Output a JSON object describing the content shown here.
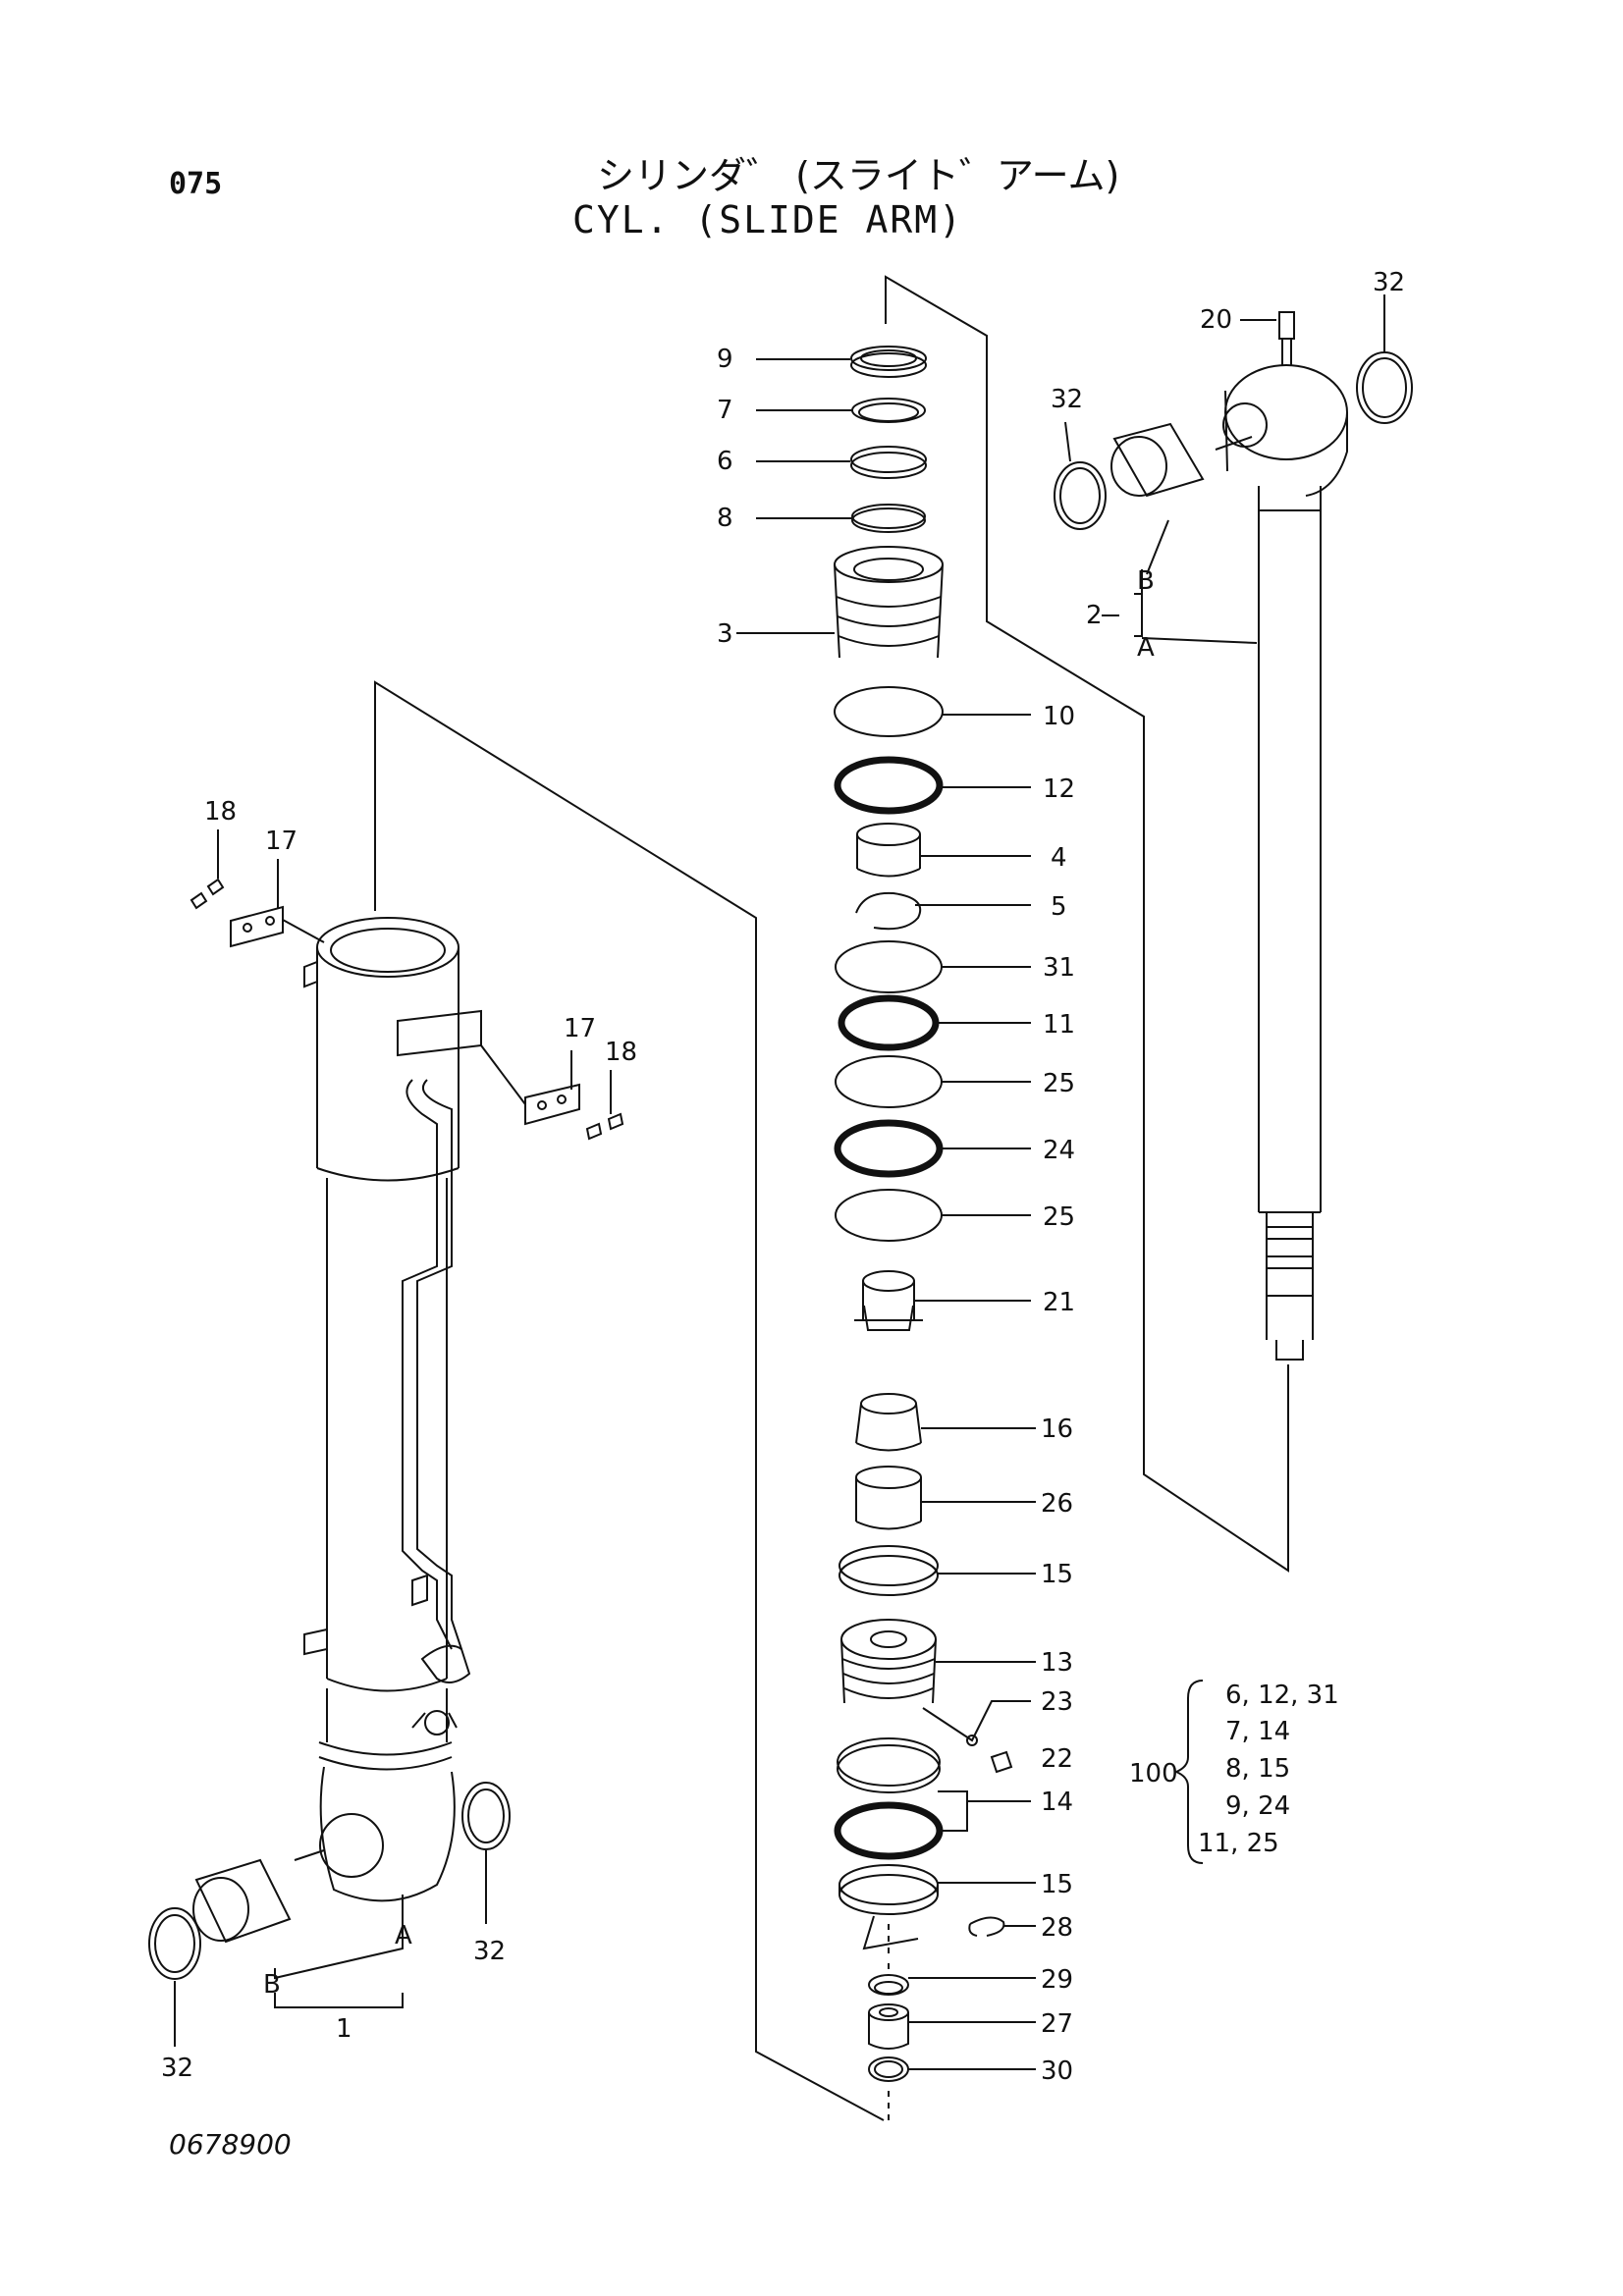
{
  "header": {
    "page_number": "075",
    "title_jp": "シリンダ゛ (スライト゛アーム)",
    "title_en": "CYL. (SLIDE ARM)"
  },
  "footer": {
    "drawing_number": "0678900"
  },
  "callouts": {
    "c9": "9",
    "c7": "7",
    "c6": "6",
    "c8": "8",
    "c3": "3",
    "c10": "10",
    "c12": "12",
    "c4": "4",
    "c5": "5",
    "c31": "31",
    "c11": "11",
    "c25a": "25",
    "c24": "24",
    "c25b": "25",
    "c21": "21",
    "c16": "16",
    "c26": "26",
    "c15a": "15",
    "c13": "13",
    "c23": "23",
    "c22": "22",
    "c14": "14",
    "c15b": "15",
    "c28": "28",
    "c29": "29",
    "c27": "27",
    "c30": "30",
    "c20": "20",
    "c32_rod_right": "32",
    "c32_rod_left": "32",
    "rod_B": "B",
    "rod_A": "A",
    "rod_group": "2",
    "c18_top": "18",
    "c17_top": "17",
    "c17_side": "17",
    "c18_side": "18",
    "tube_A": "A",
    "tube_B": "B",
    "tube_group": "1",
    "c32_tube_right": "32",
    "c32_tube_left": "32"
  },
  "kit": {
    "label": "100",
    "lines": [
      "6, 12, 31",
      "7, 14",
      "8, 15",
      "9, 24",
      "11, 25"
    ]
  },
  "icons": [
    "cylinder-tube-drawing",
    "piston-rod-drawing",
    "seal-ring-icon",
    "bolt-icon"
  ]
}
